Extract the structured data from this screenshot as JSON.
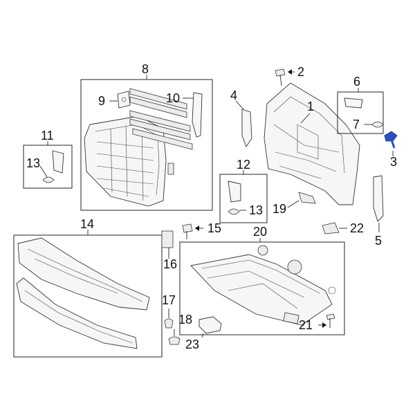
{
  "labels": {
    "p1": "1",
    "p2": "2",
    "p3": "3",
    "p4": "4",
    "p5": "5",
    "p6": "6",
    "p7": "7",
    "p8": "8",
    "p9": "9",
    "p10": "10",
    "p11": "11",
    "p12": "12",
    "p13a": "13",
    "p13b": "13",
    "p14": "14",
    "p15": "15",
    "p16": "16",
    "p17": "17",
    "p18": "18",
    "p19": "19",
    "p20": "20",
    "p21": "21",
    "p22": "22",
    "p23": "23"
  },
  "highlight": {
    "part": "3",
    "color": "#2b4fc4"
  },
  "colors": {
    "line": "#222222",
    "part_fill": "#f6f6f6"
  }
}
